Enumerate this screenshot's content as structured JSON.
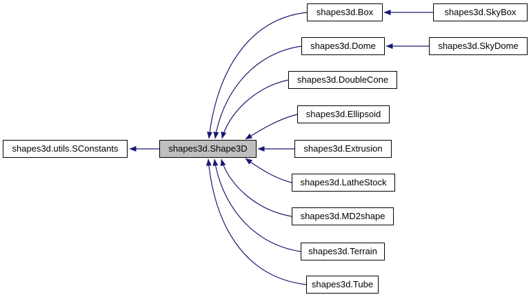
{
  "diagram": {
    "type": "class-inheritance-graph",
    "colors": {
      "edge": "#191970",
      "node_border": "#000000",
      "node_fill": "#ffffff",
      "highlight_fill": "#bfbfbf",
      "text": "#000000",
      "background": "#ffffff"
    },
    "nodes": [
      {
        "id": "sconstants",
        "label": "shapes3d.utils.SConstants",
        "highlighted": false
      },
      {
        "id": "shape3d",
        "label": "shapes3d.Shape3D",
        "highlighted": true
      },
      {
        "id": "box",
        "label": "shapes3d.Box",
        "highlighted": false
      },
      {
        "id": "dome",
        "label": "shapes3d.Dome",
        "highlighted": false
      },
      {
        "id": "doublecone",
        "label": "shapes3d.DoubleCone",
        "highlighted": false
      },
      {
        "id": "ellipsoid",
        "label": "shapes3d.Ellipsoid",
        "highlighted": false
      },
      {
        "id": "extrusion",
        "label": "shapes3d.Extrusion",
        "highlighted": false
      },
      {
        "id": "lathestock",
        "label": "shapes3d.LatheStock",
        "highlighted": false
      },
      {
        "id": "md2shape",
        "label": "shapes3d.MD2shape",
        "highlighted": false
      },
      {
        "id": "terrain",
        "label": "shapes3d.Terrain",
        "highlighted": false
      },
      {
        "id": "tube",
        "label": "shapes3d.Tube",
        "highlighted": false
      },
      {
        "id": "skybox",
        "label": "shapes3d.SkyBox",
        "highlighted": false
      },
      {
        "id": "skydome",
        "label": "shapes3d.SkyDome",
        "highlighted": false
      }
    ],
    "edges": [
      {
        "from": "shapes3d.Shape3D",
        "to": "shapes3d.utils.SConstants"
      },
      {
        "from": "shapes3d.Box",
        "to": "shapes3d.Shape3D"
      },
      {
        "from": "shapes3d.Dome",
        "to": "shapes3d.Shape3D"
      },
      {
        "from": "shapes3d.DoubleCone",
        "to": "shapes3d.Shape3D"
      },
      {
        "from": "shapes3d.Ellipsoid",
        "to": "shapes3d.Shape3D"
      },
      {
        "from": "shapes3d.Extrusion",
        "to": "shapes3d.Shape3D"
      },
      {
        "from": "shapes3d.LatheStock",
        "to": "shapes3d.Shape3D"
      },
      {
        "from": "shapes3d.MD2shape",
        "to": "shapes3d.Shape3D"
      },
      {
        "from": "shapes3d.Terrain",
        "to": "shapes3d.Shape3D"
      },
      {
        "from": "shapes3d.Tube",
        "to": "shapes3d.Shape3D"
      },
      {
        "from": "shapes3d.SkyBox",
        "to": "shapes3d.Box"
      },
      {
        "from": "shapes3d.SkyDome",
        "to": "shapes3d.Dome"
      }
    ]
  }
}
